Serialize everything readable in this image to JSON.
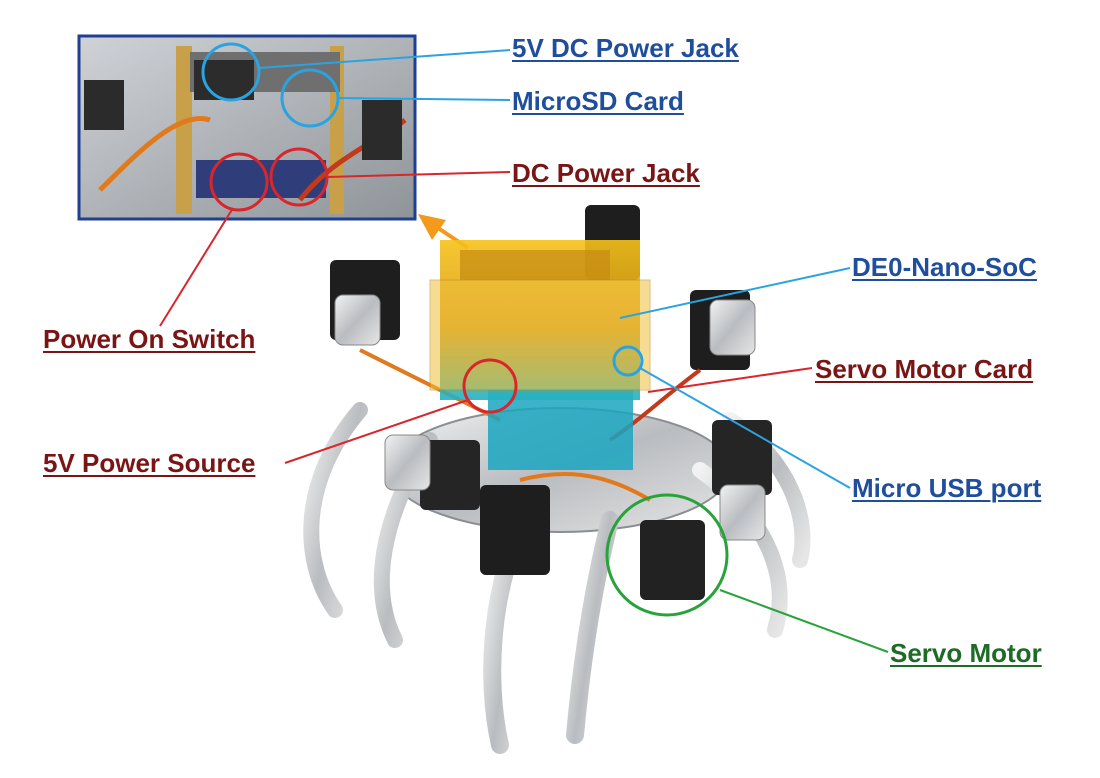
{
  "labels": {
    "dc5v_jack": "5V DC Power Jack",
    "microsd": "MicroSD Card",
    "dc_jack": "DC Power Jack",
    "de0": "DE0-Nano-SoC",
    "power_switch": "Power On Switch",
    "servo_card": "Servo Motor Card",
    "power_source": "5V Power Source",
    "micro_usb": "Micro USB port",
    "servo_motor": "Servo Motor"
  },
  "colors": {
    "blue": "#1f4e9c",
    "blue_line": "#2aa3e0",
    "red": "#7a1515",
    "red_line": "#d9262c",
    "green": "#1e6b26",
    "green_line": "#27a33a",
    "arrow": "#f39a1b"
  }
}
